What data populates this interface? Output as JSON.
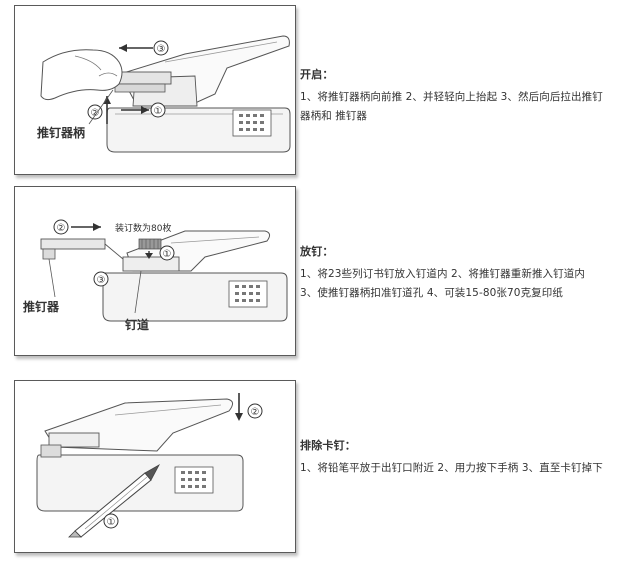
{
  "sections": [
    {
      "title": "开启：",
      "body": "1、将推钉器柄向前推 2、并轻轻向上抬起 3、然后向后拉出推钉器柄和 推钉器",
      "image_labels": {
        "step1": "①",
        "step2": "②",
        "step3": "③",
        "part_name": "推钉器柄"
      }
    },
    {
      "title": "放钉：",
      "body": "1、将23些列订书钉放入钉道内 2、将推钉器重新推入钉道内 3、使推钉器柄扣准钉道孔 4、可装15-80张70克复印纸",
      "image_labels": {
        "step1": "①",
        "step2": "②",
        "step3": "③",
        "capacity": "装订数为80枚",
        "pusher": "推钉器",
        "channel": "钉道"
      }
    },
    {
      "title": "排除卡钉：",
      "body": "1、将铅笔平放于出钉口附近 2、用力按下手柄 3、直至卡钉掉下",
      "image_labels": {
        "step1": "①",
        "step2": "②"
      }
    }
  ]
}
